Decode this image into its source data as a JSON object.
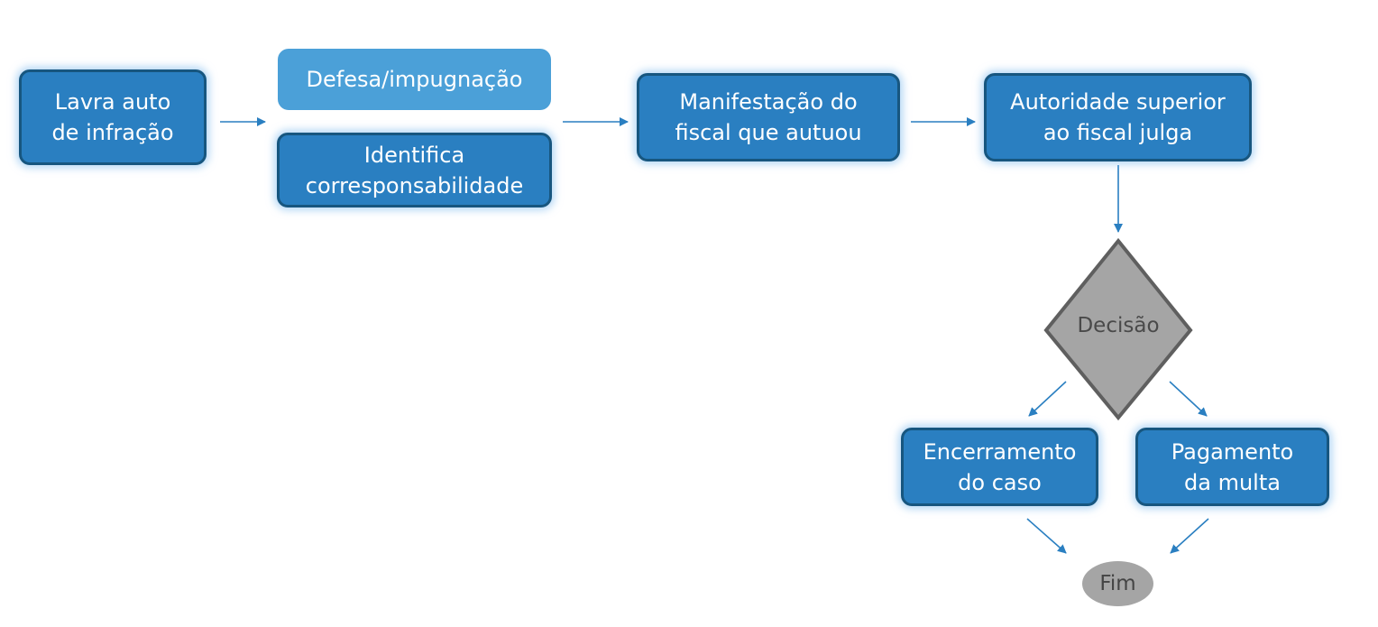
{
  "nodes": {
    "lavra": "Lavra auto\nde infração",
    "defesa": "Defesa/impugnação",
    "identifica": "Identifica\ncorresponsabilidade",
    "manifestacao": "Manifestação do\nfiscal que autuou",
    "autoridade": "Autoridade superior\nao fiscal julga",
    "decisao": "Decisão",
    "encerramento": "Encerramento\ndo caso",
    "pagamento": "Pagamento\nda multa",
    "fim": "Fim"
  },
  "colors": {
    "box_fill": "#2a7fc1",
    "box_border": "#17567f",
    "box_light_fill": "#4ba0d8",
    "arrow": "#2a7fc1",
    "decision_fill": "#a5a5a5",
    "decision_border": "#5f5f5f",
    "end_fill": "#a5a5a5"
  }
}
